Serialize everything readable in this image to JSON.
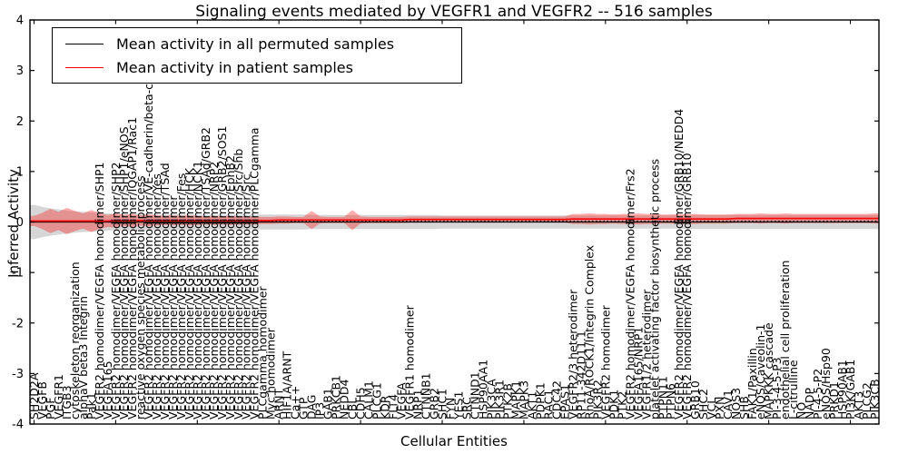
{
  "title": "Signaling events mediated by VEGFR1 and VEGFR2 -- 516 samples",
  "axes": {
    "ylabel": "Inferred Activity",
    "xlabel": "Cellular Entities"
  },
  "legend": [
    {
      "label": "Mean activity in all permuted samples",
      "color": "#000000"
    },
    {
      "label": "Mean activity in patient samples",
      "color": "#ff0000"
    }
  ],
  "colors": {
    "permuted_band": "#c8c8c8",
    "patient_band": "#ff0000",
    "permuted_line": "#000000",
    "patient_line": "#ff0000",
    "axis": "#000000"
  },
  "chart_data": {
    "type": "line",
    "title": "Signaling events mediated by VEGFR1 and VEGFR2 -- 516 samples",
    "xlabel": "Cellular Entities",
    "ylabel": "Inferred Activity",
    "ylim": [
      -4,
      4
    ],
    "yticks": [
      4,
      3,
      2,
      1,
      0,
      -1,
      -2,
      -3,
      -4
    ],
    "n_samples": 516,
    "grid": false,
    "legend_position": "upper left",
    "categories": [
      "SH2D2A",
      "VEGFB",
      "PGF",
      "VEGFR1",
      "ITGB3",
      "cytoskeleton reorganization",
      "alphaV beta3 Integrin",
      "Pak1",
      "VEGFR2 homodimer/VEGFA homodimer/SHP1",
      "VEGFA165",
      "VEGFR2 homodimer/VEGFA homodimer/SHP2",
      "VEGFR2 homodimer/VEGFA homodimer/SHP1/eNOS",
      "VEGFR2 homodimer/VEGFA homodimer/IQGAP1/Rac1",
      "reactive oxygen species metabolic process",
      "VEGFR2 homodimer/VEGFA homodimer/VE-cadherin/beta-catenin",
      "VEGFR2 homodimer/VEGFA homodimer/Yes",
      "VEGFR2 homodimer/VEGFA homodimer/TSAd",
      "VEGFR2 homodimer/VEGFA homodimer",
      "VEGFR2 homodimer/VEGFA homodimer/Fes",
      "VEGFR2 homodimer/VEGFA homodimer/HCK",
      "VEGFR2 homodimer/VEGFA homodimer/NCK1",
      "VEGFR2 homodimer/VEGFA homodimer/TSAd/GRB2",
      "VEGFR2 homodimer/VEGFA homodimer/NRP2",
      "VEGFR2 homodimer/VEGFA homodimer/GRB2/SOS1",
      "VEGFR2 homodimer/VEGFA homodimer/EphB2",
      "VEGFR2 homodimer/VEGFA homodimer/Src/Shb",
      "VEGFR2 homodimer/VEGFA homodimer/Src",
      "VEGFR2 homodimer/VEGFA homodimer/PLCgamma",
      "PLCgamma homodimer",
      "Myc homodimer",
      "ARNT",
      "HIF1A/ARNT",
      "Ca++",
      "GTP",
      "DAG",
      "IP3",
      "GAB1",
      "PRKCB1",
      "NEDD4",
      "CBL",
      "CDH5",
      "CALM1",
      "PLCG1",
      "KDR",
      "FLT4",
      "VEGFA",
      "VEGFR1 homodimer",
      "NRP1",
      "CTNNB1",
      "GRB2",
      "SHC1",
      "FYN",
      "YES1",
      "SRC",
      "CTNND1",
      "HSP90AA1",
      "PIK3CA",
      "PIK3R1",
      "PTK2B",
      "MAPK1",
      "MAPK3",
      "AKT1",
      "PDPK1",
      "RAC1",
      "CDC42",
      "EPAS1",
      "VEGFR2/3 heterodimer",
      "RP11-342D11.1",
      "RhoA/ROCK1/Integrin Complex",
      "PIK3R2",
      "VEGFR2 homodimer",
      "PDK1",
      "PTK2",
      "VEGFR2 homodimer/VEGFA homodimer/Frs2",
      "VEGFA165/NRP1",
      "VEGFR1/2 heterodimer",
      "platelet activating factor biosynthetic process",
      "PTPN11",
      "PTPN6",
      "VEGFR2 homodimer/VEGFA homodimer/GRB10/NEDD4",
      "VEGFR2 homodimer/VEGFA homodimer/GRB10",
      "GRB10",
      "SHC2",
      "VCL",
      "PXN",
      "CAV1",
      "NOS3",
      "SHB",
      "FAK1/Paxillin",
      "eNOS/Caveolin-1",
      "MAPKKK cascade",
      "PI-3-4-5-P3",
      "endothelial cell proliferation",
      "L-citrulline",
      "NO",
      "NADP",
      "PI-4-5-P2",
      "eNOS/Hsp90",
      "PRKD1",
      "HSP90AB1",
      "PI3K/GAB1",
      "AKT3",
      "PLCG2",
      "PIK3CB"
    ],
    "series": [
      {
        "name": "Mean activity in all permuted samples",
        "color": "#000000",
        "style": "solid",
        "mean": [
          0,
          0,
          0,
          0,
          0,
          0,
          0,
          0,
          0,
          0,
          0,
          0,
          0,
          0,
          0,
          0,
          0,
          0,
          0,
          0,
          0,
          0,
          0,
          0,
          0,
          0,
          0,
          0,
          0,
          0,
          0,
          0,
          0,
          0,
          0,
          0,
          0,
          0,
          0,
          0,
          0,
          0,
          0,
          0,
          0,
          0,
          0,
          0,
          0,
          0,
          0,
          0,
          0,
          0,
          0,
          0,
          0,
          0,
          0,
          0,
          0,
          0,
          0,
          0,
          0,
          0,
          0,
          0,
          0,
          0,
          0,
          0,
          0,
          0,
          0,
          0,
          0,
          0,
          0,
          0,
          0,
          0,
          0,
          0,
          0,
          0,
          0,
          0,
          0,
          0,
          0,
          0,
          0,
          0,
          0,
          0,
          0,
          0,
          0,
          0,
          0,
          0,
          0,
          0
        ],
        "std": [
          0.34,
          0.3,
          0.27,
          0.25,
          0.23,
          0.21,
          0.2,
          0.19,
          0.18,
          0.17,
          0.16,
          0.16,
          0.16,
          0.16,
          0.16,
          0.16,
          0.16,
          0.16,
          0.16,
          0.16,
          0.15,
          0.15,
          0.15,
          0.15,
          0.15,
          0.15,
          0.15,
          0.15,
          0.15,
          0.15,
          0.15,
          0.15,
          0.15,
          0.15,
          0.14,
          0.14,
          0.14,
          0.14,
          0.14,
          0.14,
          0.14,
          0.14,
          0.14,
          0.14,
          0.14,
          0.14,
          0.14,
          0.14,
          0.14,
          0.14,
          0.13,
          0.13,
          0.13,
          0.13,
          0.13,
          0.13,
          0.13,
          0.13,
          0.13,
          0.13,
          0.13,
          0.13,
          0.13,
          0.13,
          0.13,
          0.13,
          0.13,
          0.13,
          0.13,
          0.13,
          0.13,
          0.13,
          0.13,
          0.13,
          0.13,
          0.13,
          0.13,
          0.13,
          0.13,
          0.13,
          0.14,
          0.14,
          0.14,
          0.14,
          0.14,
          0.14,
          0.14,
          0.14,
          0.14,
          0.14,
          0.14,
          0.14,
          0.14,
          0.14,
          0.14,
          0.14,
          0.14,
          0.14,
          0.14,
          0.14,
          0.14,
          0.14,
          0.14,
          0.14
        ]
      },
      {
        "name": "Mean activity in patient samples",
        "color": "#ff0000",
        "style": "solid",
        "mean": [
          0.02,
          0.02,
          0.02,
          0.02,
          0.02,
          0.02,
          0.02,
          0.02,
          0.02,
          0.02,
          0.03,
          0.03,
          0.03,
          0.03,
          0.03,
          0.03,
          0.03,
          0.03,
          0.03,
          0.03,
          0.03,
          0.03,
          0.03,
          0.03,
          0.03,
          0.03,
          0.03,
          0.03,
          0.03,
          0.03,
          0.04,
          0.04,
          0.04,
          0.04,
          0.04,
          0.04,
          0.04,
          0.04,
          0.04,
          0.04,
          0.04,
          0.04,
          0.04,
          0.04,
          0.04,
          0.04,
          0.05,
          0.05,
          0.05,
          0.05,
          0.05,
          0.05,
          0.05,
          0.05,
          0.05,
          0.05,
          0.05,
          0.05,
          0.05,
          0.05,
          0.05,
          0.05,
          0.05,
          0.05,
          0.05,
          0.05,
          0.06,
          0.06,
          0.06,
          0.06,
          0.06,
          0.06,
          0.06,
          0.06,
          0.06,
          0.06,
          0.06,
          0.06,
          0.06,
          0.06,
          0.06,
          0.06,
          0.06,
          0.06,
          0.06,
          0.06,
          0.07,
          0.07,
          0.07,
          0.07,
          0.07,
          0.07,
          0.07,
          0.07,
          0.07,
          0.07,
          0.07,
          0.07,
          0.07,
          0.07,
          0.07,
          0.07,
          0.07,
          0.07
        ],
        "std": [
          0.1,
          0.16,
          0.24,
          0.18,
          0.26,
          0.2,
          0.15,
          0.22,
          0.16,
          0.12,
          0.14,
          0.11,
          0.13,
          0.1,
          0.12,
          0.1,
          0.09,
          0.1,
          0.09,
          0.1,
          0.09,
          0.08,
          0.09,
          0.08,
          0.09,
          0.08,
          0.08,
          0.08,
          0.07,
          0.07,
          0.07,
          0.07,
          0.06,
          0.06,
          0.18,
          0.07,
          0.06,
          0.06,
          0.06,
          0.2,
          0.07,
          0.06,
          0.06,
          0.06,
          0.06,
          0.06,
          0.06,
          0.06,
          0.06,
          0.06,
          0.06,
          0.06,
          0.06,
          0.06,
          0.06,
          0.06,
          0.06,
          0.06,
          0.06,
          0.06,
          0.06,
          0.06,
          0.06,
          0.06,
          0.06,
          0.06,
          0.1,
          0.1,
          0.11,
          0.1,
          0.1,
          0.09,
          0.1,
          0.1,
          0.11,
          0.1,
          0.1,
          0.09,
          0.09,
          0.1,
          0.1,
          0.1,
          0.09,
          0.09,
          0.09,
          0.09,
          0.09,
          0.09,
          0.09,
          0.1,
          0.09,
          0.09,
          0.1,
          0.09,
          0.09,
          0.09,
          0.09,
          0.09,
          0.09,
          0.09,
          0.09,
          0.09,
          0.09,
          0.1
        ]
      }
    ]
  }
}
